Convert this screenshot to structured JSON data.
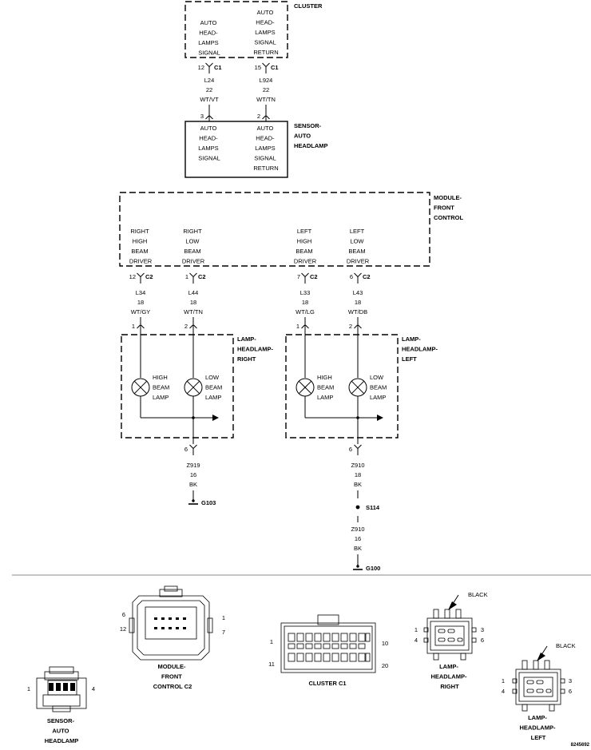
{
  "cluster": {
    "name": "CLUSTER",
    "pin1": [
      "AUTO",
      "HEAD-",
      "LAMPS",
      "SIGNAL"
    ],
    "pin2": [
      "AUTO",
      "HEAD-",
      "LAMPS",
      "SIGNAL",
      "RETURN"
    ]
  },
  "cluster_conn": {
    "a_num": "12",
    "a_name": "C1",
    "b_num": "15",
    "b_name": "C1"
  },
  "wire_l24": {
    "circuit": "L24",
    "gauge": "22",
    "color": "WT/VT",
    "pin": "3"
  },
  "wire_l924": {
    "circuit": "L924",
    "gauge": "22",
    "color": "WT/TN",
    "pin": "2"
  },
  "sensor": {
    "name": [
      "SENSOR-",
      "AUTO",
      "HEADLAMP"
    ],
    "pin1": [
      "AUTO",
      "HEAD-",
      "LAMPS",
      "SIGNAL"
    ],
    "pin2": [
      "AUTO",
      "HEAD-",
      "LAMPS",
      "SIGNAL",
      "RETURN"
    ]
  },
  "fcm": {
    "name": [
      "MODULE-",
      "FRONT",
      "CONTROL"
    ],
    "p1": [
      "RIGHT",
      "HIGH",
      "BEAM",
      "DRIVER"
    ],
    "p2": [
      "RIGHT",
      "LOW",
      "BEAM",
      "DRIVER"
    ],
    "p3": [
      "LEFT",
      "HIGH",
      "BEAM",
      "DRIVER"
    ],
    "p4": [
      "LEFT",
      "LOW",
      "BEAM",
      "DRIVER"
    ]
  },
  "fcm_conn": {
    "p1_num": "12",
    "p1_name": "C2",
    "p2_num": "1",
    "p2_name": "C2",
    "p3_num": "7",
    "p3_name": "C2",
    "p4_num": "6",
    "p4_name": "C2"
  },
  "wires_fcm": {
    "l34": {
      "circuit": "L34",
      "gauge": "18",
      "color": "WT/GY",
      "pin": "1"
    },
    "l44": {
      "circuit": "L44",
      "gauge": "18",
      "color": "WT/TN",
      "pin": "2"
    },
    "l33": {
      "circuit": "L33",
      "gauge": "18",
      "color": "WT/LG",
      "pin": "1"
    },
    "l43": {
      "circuit": "L43",
      "gauge": "18",
      "color": "WT/DB",
      "pin": "2"
    }
  },
  "lamp_right": {
    "name": [
      "LAMP-",
      "HEADLAMP-",
      "RIGHT"
    ],
    "high": [
      "HIGH",
      "BEAM",
      "LAMP"
    ],
    "low": [
      "LOW",
      "BEAM",
      "LAMP"
    ],
    "ground_pin": "6"
  },
  "lamp_left": {
    "name": [
      "LAMP-",
      "HEADLAMP-",
      "LEFT"
    ],
    "high": [
      "HIGH",
      "BEAM",
      "LAMP"
    ],
    "low": [
      "LOW",
      "BEAM",
      "LAMP"
    ],
    "ground_pin": "6"
  },
  "ground_right": {
    "circuit": "Z919",
    "gauge": "16",
    "color": "BK",
    "ground": "G103"
  },
  "ground_left": {
    "circuit": "Z910",
    "gauge": "18",
    "color": "BK",
    "splice": "S114",
    "circuit2": "Z910",
    "gauge2": "16",
    "color2": "BK",
    "ground": "G100"
  },
  "views": {
    "sensor": {
      "name": [
        "SENSOR-",
        "AUTO",
        "HEADLAMP"
      ],
      "pin_left": "1",
      "pin_right": "4"
    },
    "fcm": {
      "name": [
        "MODULE-",
        "FRONT",
        "CONTROL C2"
      ],
      "pin_tl": "6",
      "pin_bl": "12",
      "pin_tr": "1",
      "pin_br": "7"
    },
    "cluster": {
      "name": "CLUSTER C1",
      "pin_tl": "1",
      "pin_bl": "11",
      "pin_tr": "10",
      "pin_br": "20"
    },
    "lamp_right": {
      "name": [
        "LAMP-",
        "HEADLAMP-",
        "RIGHT"
      ],
      "color": "BLACK",
      "pin_tl": "1",
      "pin_bl": "4",
      "pin_tr": "3",
      "pin_br": "6"
    },
    "lamp_left": {
      "name": [
        "LAMP-",
        "HEADLAMP-",
        "LEFT"
      ],
      "color": "BLACK",
      "pin_tl": "1",
      "pin_bl": "4",
      "pin_tr": "3",
      "pin_br": "6"
    }
  },
  "figure_id": "8245692"
}
